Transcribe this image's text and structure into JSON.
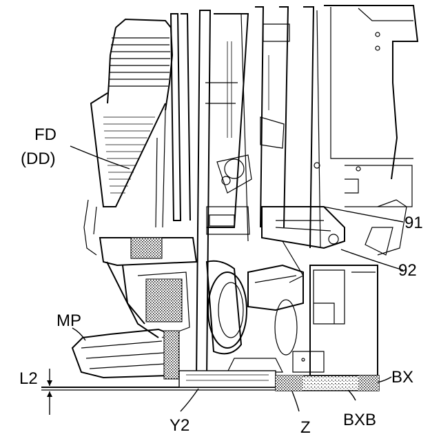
{
  "labels": {
    "fd": "FD",
    "dd": "(DD)",
    "ref_91": "91",
    "ref_92": "92",
    "mp": "MP",
    "l2": "L2",
    "bx": "BX",
    "y2": "Y2",
    "z": "Z",
    "bxb": "BXB"
  }
}
